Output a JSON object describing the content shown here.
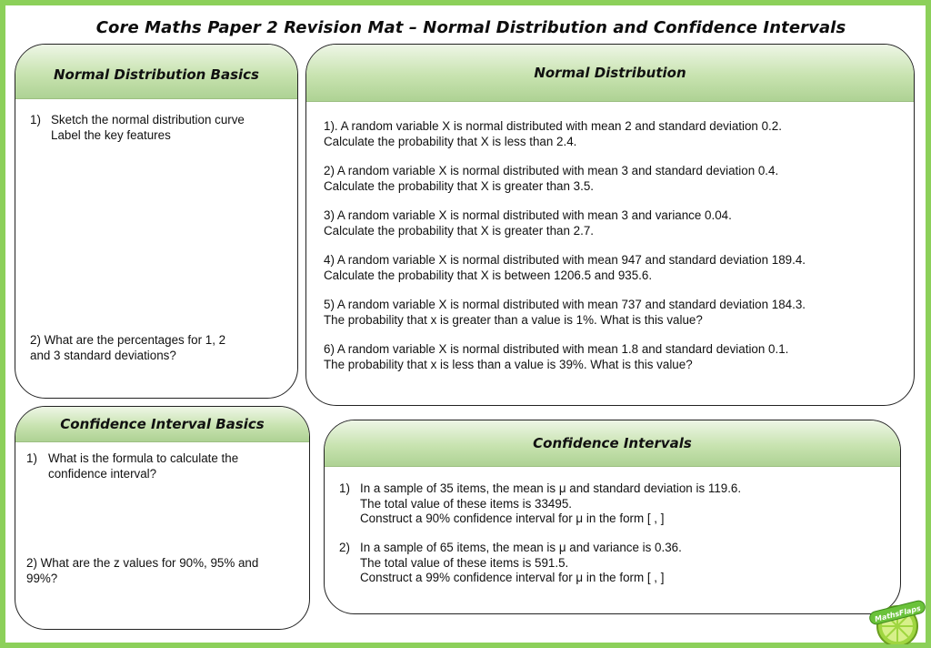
{
  "title": "Core Maths Paper 2 Revision Mat – Normal Distribution and Confidence Intervals",
  "colors": {
    "border": "#8cd05a",
    "header_green": "#b8d9a0",
    "outline": "#222222"
  },
  "nd_basics": {
    "heading": "Normal Distribution Basics",
    "q1": {
      "num": "1)",
      "lines": [
        "Sketch the normal distribution curve",
        "Label the key features"
      ]
    },
    "q2": {
      "lines": [
        "2) What are the percentages for 1, 2",
        "and 3 standard deviations?"
      ]
    }
  },
  "nd": {
    "heading": "Normal Distribution",
    "questions": [
      {
        "lines": [
          "1). A random variable X is normal distributed with mean 2 and standard deviation 0.2.",
          "Calculate the probability that X is less than 2.4."
        ]
      },
      {
        "lines": [
          "2) A random variable X is normal distributed with mean 3 and standard deviation 0.4.",
          "Calculate the probability that X is greater than 3.5."
        ]
      },
      {
        "lines": [
          "3) A random variable X is normal distributed with mean 3 and variance 0.04.",
          "Calculate the probability that X is greater than 2.7."
        ]
      },
      {
        "lines": [
          "4) A random variable X is normal distributed with mean 947 and standard deviation 189.4.",
          "Calculate the probability that X is between 1206.5 and 935.6."
        ]
      },
      {
        "lines": [
          "5) A random variable X is normal distributed with mean 737 and standard deviation 184.3.",
          "The probability that x is greater than a value is 1%.  What is this value?"
        ]
      },
      {
        "lines": [
          "6) A random variable X is normal distributed with mean 1.8 and standard deviation 0.1.",
          "The probability that x is less than a value is 39%.  What is this value?"
        ]
      }
    ]
  },
  "ci_basics": {
    "heading": "Confidence Interval Basics",
    "q1": {
      "num": "1)",
      "lines": [
        "What is the formula to calculate the",
        "confidence interval?"
      ]
    },
    "q2": {
      "lines": [
        "2) What are the z values for 90%, 95% and",
        "99%?"
      ]
    }
  },
  "ci": {
    "heading": "Confidence Intervals",
    "questions": [
      {
        "num": "1)",
        "lines": [
          "In a sample of 35 items, the mean is μ and standard deviation is 119.6.",
          "The total value of these items is 33495.",
          "Construct a 90% confidence interval for μ in the form [ , ]"
        ]
      },
      {
        "num": "2)",
        "lines": [
          "In a sample of 65 items, the mean is μ and variance is 0.36.",
          "The total value of these items is 591.5.",
          "Construct a 99% confidence interval for μ in the form [ , ]"
        ]
      }
    ]
  },
  "logo": {
    "text": "MathsFlaps"
  }
}
